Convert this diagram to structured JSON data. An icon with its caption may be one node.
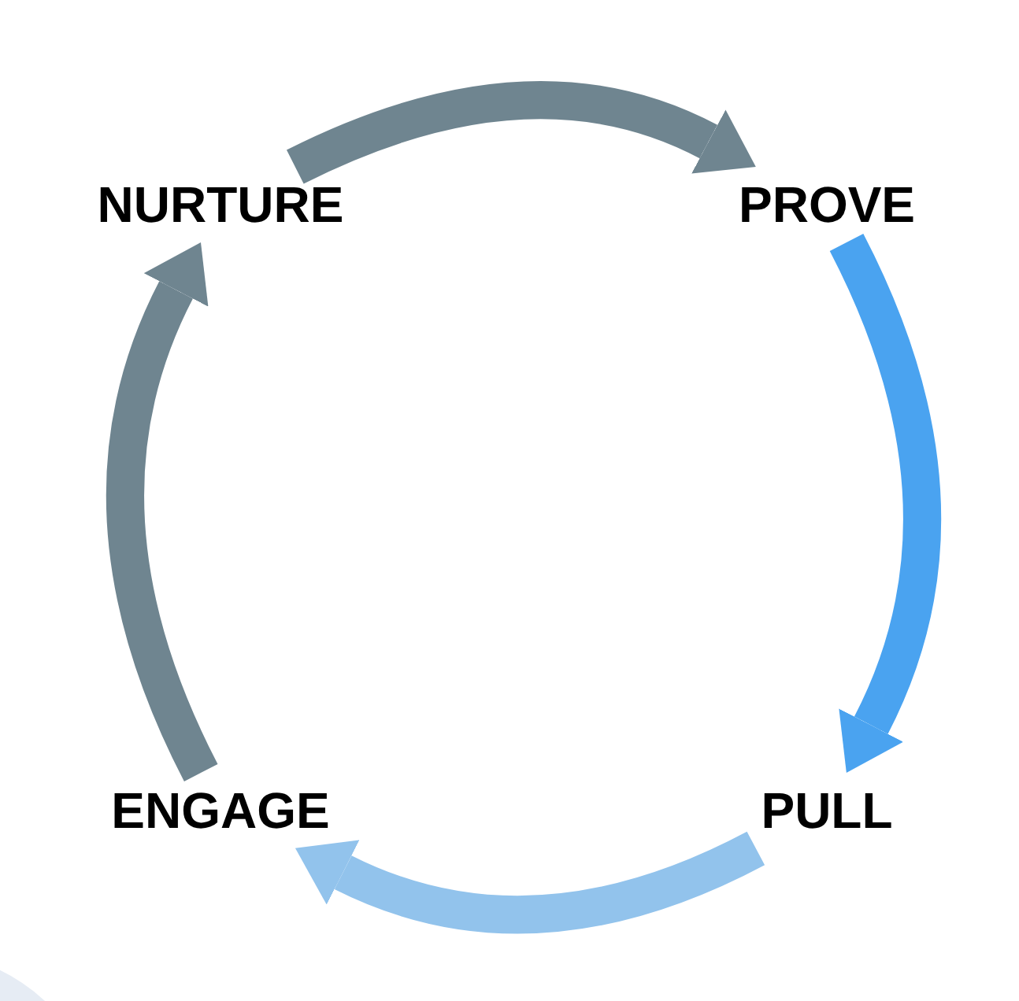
{
  "diagram": {
    "nodes": [
      {
        "text": [
          "NURTURE"
        ]
      },
      {
        "text": [
          "PROVE"
        ]
      },
      {
        "text": [
          "PULL"
        ]
      },
      {
        "text": [
          "ENGAGE"
        ]
      }
    ],
    "edges": [
      {
        "from": 0,
        "to": 1,
        "arrow": "to"
      },
      {
        "from": 1,
        "to": 2,
        "arrow": "to",
        "color": "#4aa3f0"
      },
      {
        "from": 2,
        "to": 3,
        "arrow": "to",
        "color": "#92c3ec"
      },
      {
        "from": 3,
        "to": 0,
        "arrow": "to"
      }
    ]
  }
}
